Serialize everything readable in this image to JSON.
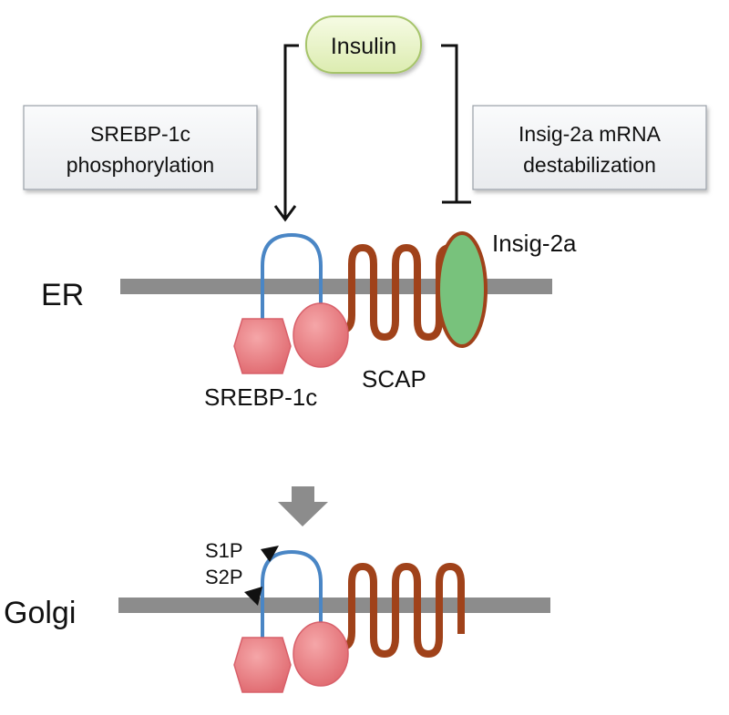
{
  "insulin": {
    "label": "Insulin"
  },
  "boxes": {
    "left": {
      "line1": "SREBP-1c",
      "line2": "phosphorylation"
    },
    "right": {
      "line1": "Insig-2a mRNA",
      "line2": "destabilization"
    }
  },
  "compartments": {
    "er": "ER",
    "golgi": "Golgi"
  },
  "proteins": {
    "insig": "Insig-2a",
    "srebp": "SREBP-1c",
    "scap": "SCAP"
  },
  "proteases": {
    "s1p": "S1P",
    "s2p": "S2P"
  },
  "colors": {
    "membrane": "#8c8c8c",
    "loop": "#4a86c5",
    "srebp_fill": "#e8787c",
    "scap_coil": "#a0421a",
    "insig_fill": "#78c27c",
    "insulin_fill": "#e8f3c6",
    "insulin_stroke": "#a6c46a",
    "box_fill": "#f1f2f4",
    "box_stroke": "#9aa0a8",
    "arrow": "#111111",
    "transition_arrow": "#8c8c8c"
  }
}
